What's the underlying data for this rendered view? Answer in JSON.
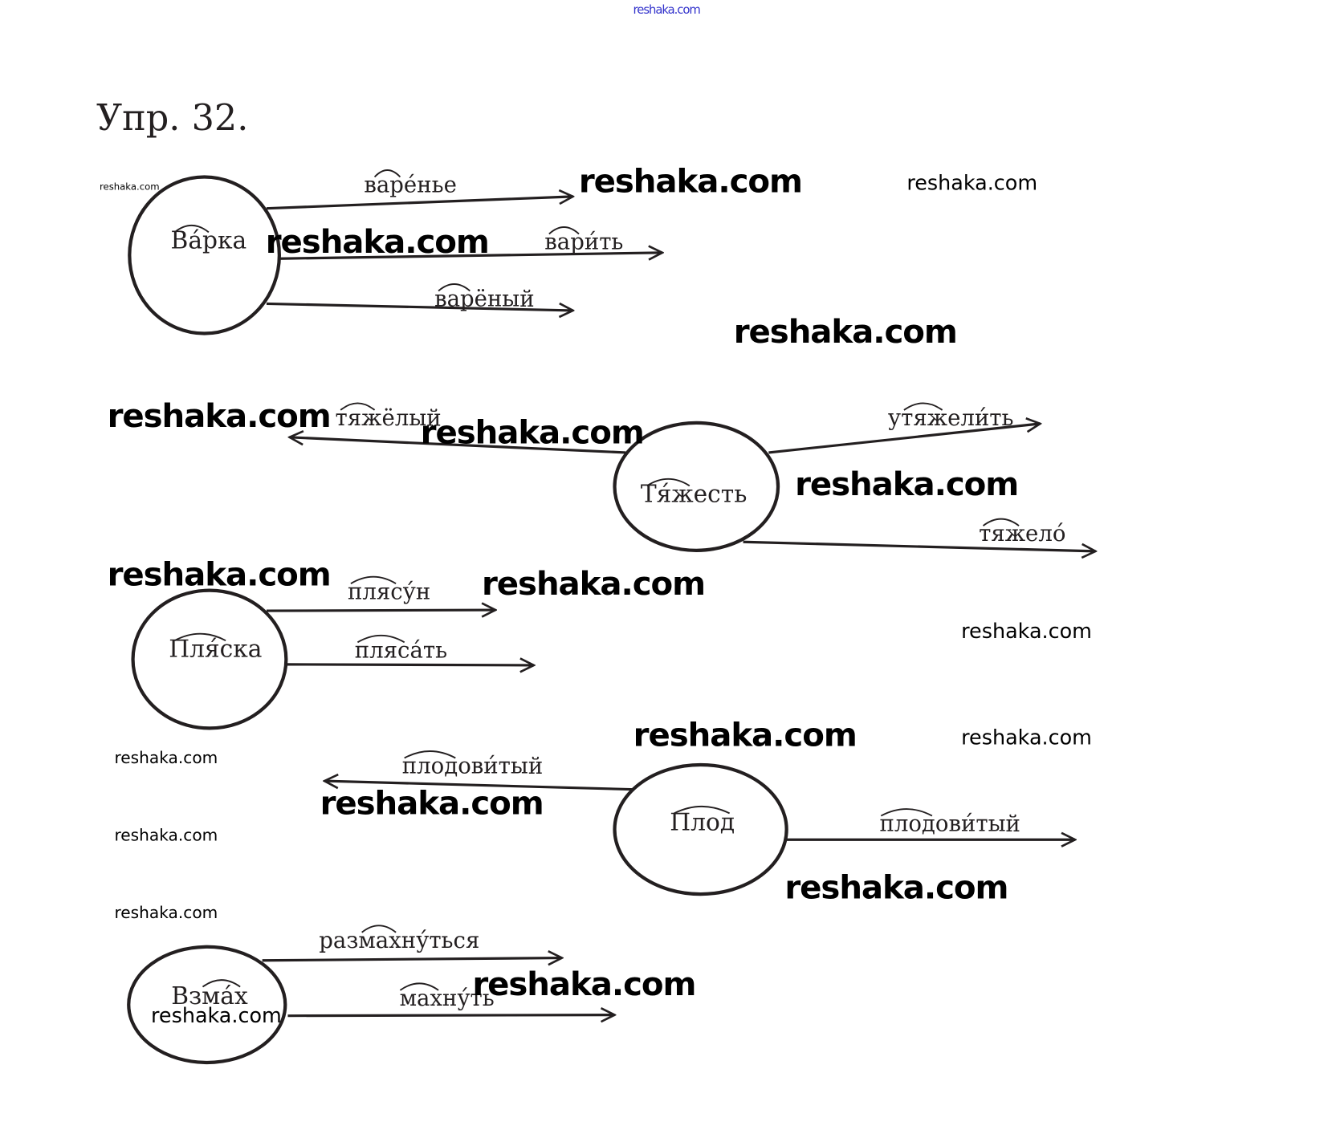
{
  "header_link": "reshaka.com",
  "title": "Упр. 32.",
  "colors": {
    "ink": "#231f20",
    "link": "#3333cc",
    "watermark": "#000000"
  },
  "nodes": [
    {
      "word": "Ва́рка",
      "derived": [
        "варе́нье",
        "вари́ть",
        "варёный"
      ]
    },
    {
      "word": "Тя́жесть",
      "derived": [
        "тяжёлый",
        "утяжели́ть",
        "тяжело́"
      ]
    },
    {
      "word": "Пля́ска",
      "derived": [
        "плясу́н",
        "пляса́ть"
      ]
    },
    {
      "word": "Плод",
      "derived": [
        "плодови́тый",
        "плодови́тый"
      ]
    },
    {
      "word": "Взма́х",
      "derived": [
        "размахну́ться",
        "махну́ть"
      ]
    }
  ],
  "watermarks": [
    "reshaka.com",
    "reshaka.com",
    "reshaka.com",
    "reshaka.com",
    "reshaka.com",
    "reshaka.com",
    "reshaka.com",
    "reshaka.com",
    "reshaka.com",
    "reshaka.com",
    "reshaka.com",
    "reshaka.com",
    "reshaka.com",
    "reshaka.com",
    "reshaka.com",
    "reshaka.com",
    "reshaka.com",
    "reshaka.com",
    "reshaka.com",
    "reshaka.com"
  ]
}
